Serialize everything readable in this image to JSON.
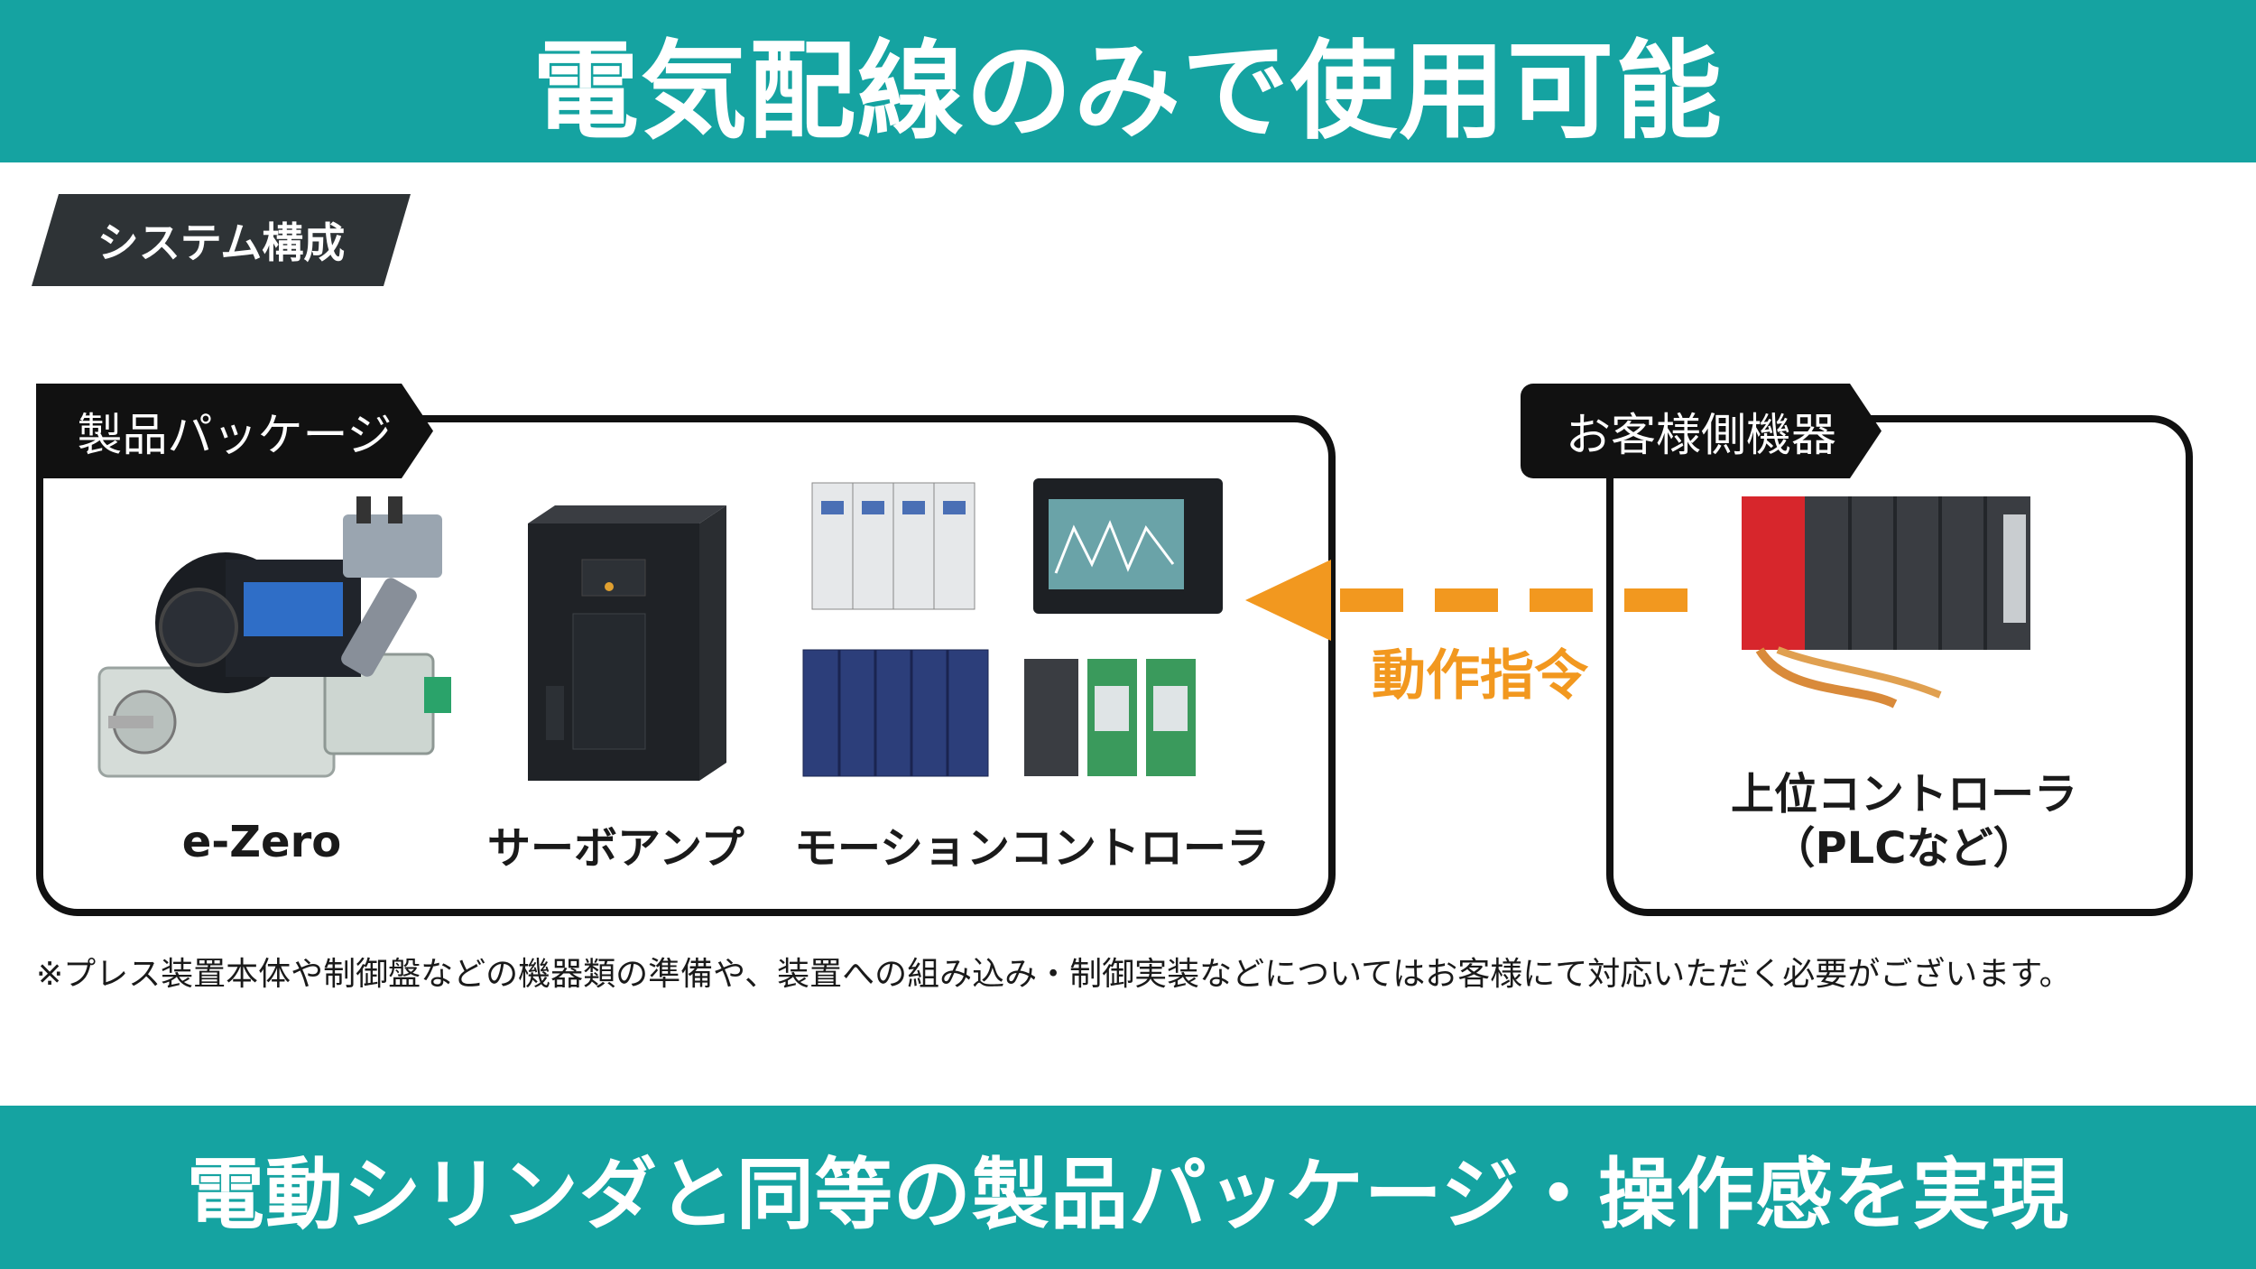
{
  "header": {
    "title": "電気配線のみで使用可能"
  },
  "section_tag": "システム構成",
  "left_group": {
    "tag": "製品パッケージ",
    "items": [
      {
        "label": "e-Zero"
      },
      {
        "label": "サーボアンプ"
      },
      {
        "label": "モーションコントローラ"
      }
    ]
  },
  "right_group": {
    "tag": "お客様側機器",
    "item_line1": "上位コントローラ",
    "item_line2": "（PLCなど）"
  },
  "arrow_label": "動作指令",
  "footnote": "※プレス装置本体や制御盤などの機器類の準備や、装置への組み込み・制御実装などについてはお客様にて対応いただく必要がございます。",
  "footer": {
    "text": "電動シリンダと同等の製品パッケージ・操作感を実現"
  },
  "colors": {
    "teal": "#15a3a1",
    "arrow": "#f2981f",
    "dark": "#2e3336"
  }
}
